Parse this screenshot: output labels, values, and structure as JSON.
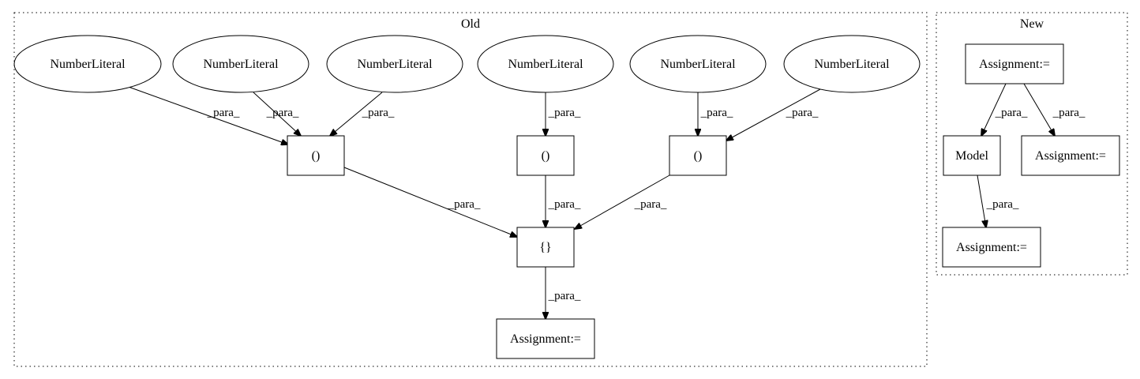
{
  "clusters": [
    {
      "id": "old",
      "title": "Old"
    },
    {
      "id": "new",
      "title": "New"
    }
  ],
  "nodes": [
    {
      "id": "n1",
      "label": "NumberLiteral",
      "shape": "ellipse"
    },
    {
      "id": "n2",
      "label": "NumberLiteral",
      "shape": "ellipse"
    },
    {
      "id": "n3",
      "label": "NumberLiteral",
      "shape": "ellipse"
    },
    {
      "id": "n4",
      "label": "NumberLiteral",
      "shape": "ellipse"
    },
    {
      "id": "n5",
      "label": "NumberLiteral",
      "shape": "ellipse"
    },
    {
      "id": "n6",
      "label": "NumberLiteral",
      "shape": "ellipse"
    },
    {
      "id": "p1",
      "label": "()",
      "shape": "box"
    },
    {
      "id": "p2",
      "label": "()",
      "shape": "box"
    },
    {
      "id": "p3",
      "label": "()",
      "shape": "box"
    },
    {
      "id": "b1",
      "label": "{}",
      "shape": "box"
    },
    {
      "id": "a1",
      "label": "Assignment:=",
      "shape": "box"
    },
    {
      "id": "na1",
      "label": "Assignment:=",
      "shape": "box"
    },
    {
      "id": "nm",
      "label": "Model",
      "shape": "box"
    },
    {
      "id": "na2",
      "label": "Assignment:=",
      "shape": "box"
    },
    {
      "id": "na3",
      "label": "Assignment:=",
      "shape": "box"
    }
  ],
  "edges": [
    {
      "from": "n1",
      "to": "p1",
      "label": "_para_"
    },
    {
      "from": "n2",
      "to": "p1",
      "label": "_para_"
    },
    {
      "from": "n3",
      "to": "p1",
      "label": "_para_"
    },
    {
      "from": "n4",
      "to": "p2",
      "label": "_para_"
    },
    {
      "from": "n5",
      "to": "p3",
      "label": "_para_"
    },
    {
      "from": "n6",
      "to": "p3",
      "label": "_para_"
    },
    {
      "from": "p1",
      "to": "b1",
      "label": "_para_"
    },
    {
      "from": "p2",
      "to": "b1",
      "label": "_para_"
    },
    {
      "from": "p3",
      "to": "b1",
      "label": "_para_"
    },
    {
      "from": "b1",
      "to": "a1",
      "label": "_para_"
    },
    {
      "from": "na1",
      "to": "nm",
      "label": "_para_"
    },
    {
      "from": "na1",
      "to": "na2",
      "label": "_para_"
    },
    {
      "from": "nm",
      "to": "na3",
      "label": "_para_"
    }
  ]
}
